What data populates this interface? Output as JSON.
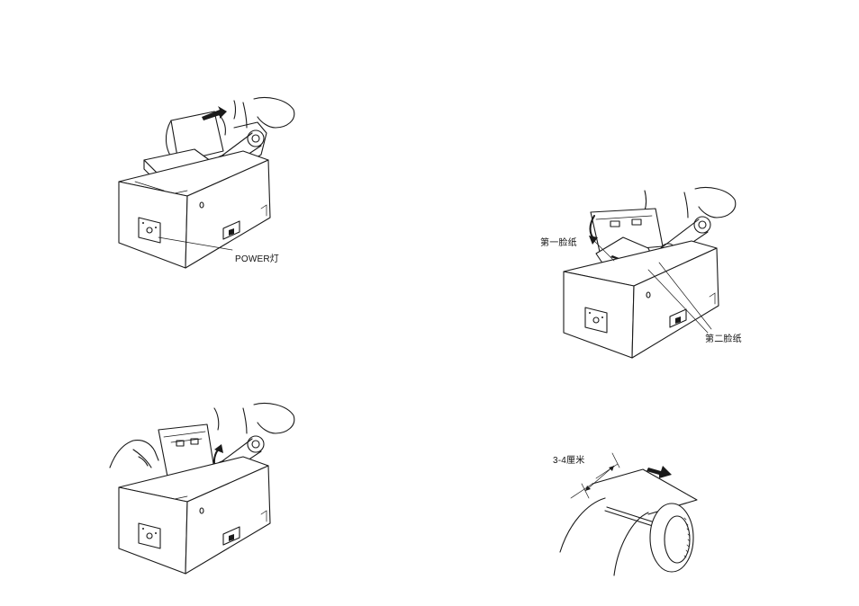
{
  "figures": {
    "power_led": {
      "label": "POWER灯"
    },
    "paper_jam": {
      "label_first": "第一脸纸",
      "label_second": "第二脸纸"
    },
    "paper_cut": {
      "label_length": "3-4厘米"
    }
  }
}
